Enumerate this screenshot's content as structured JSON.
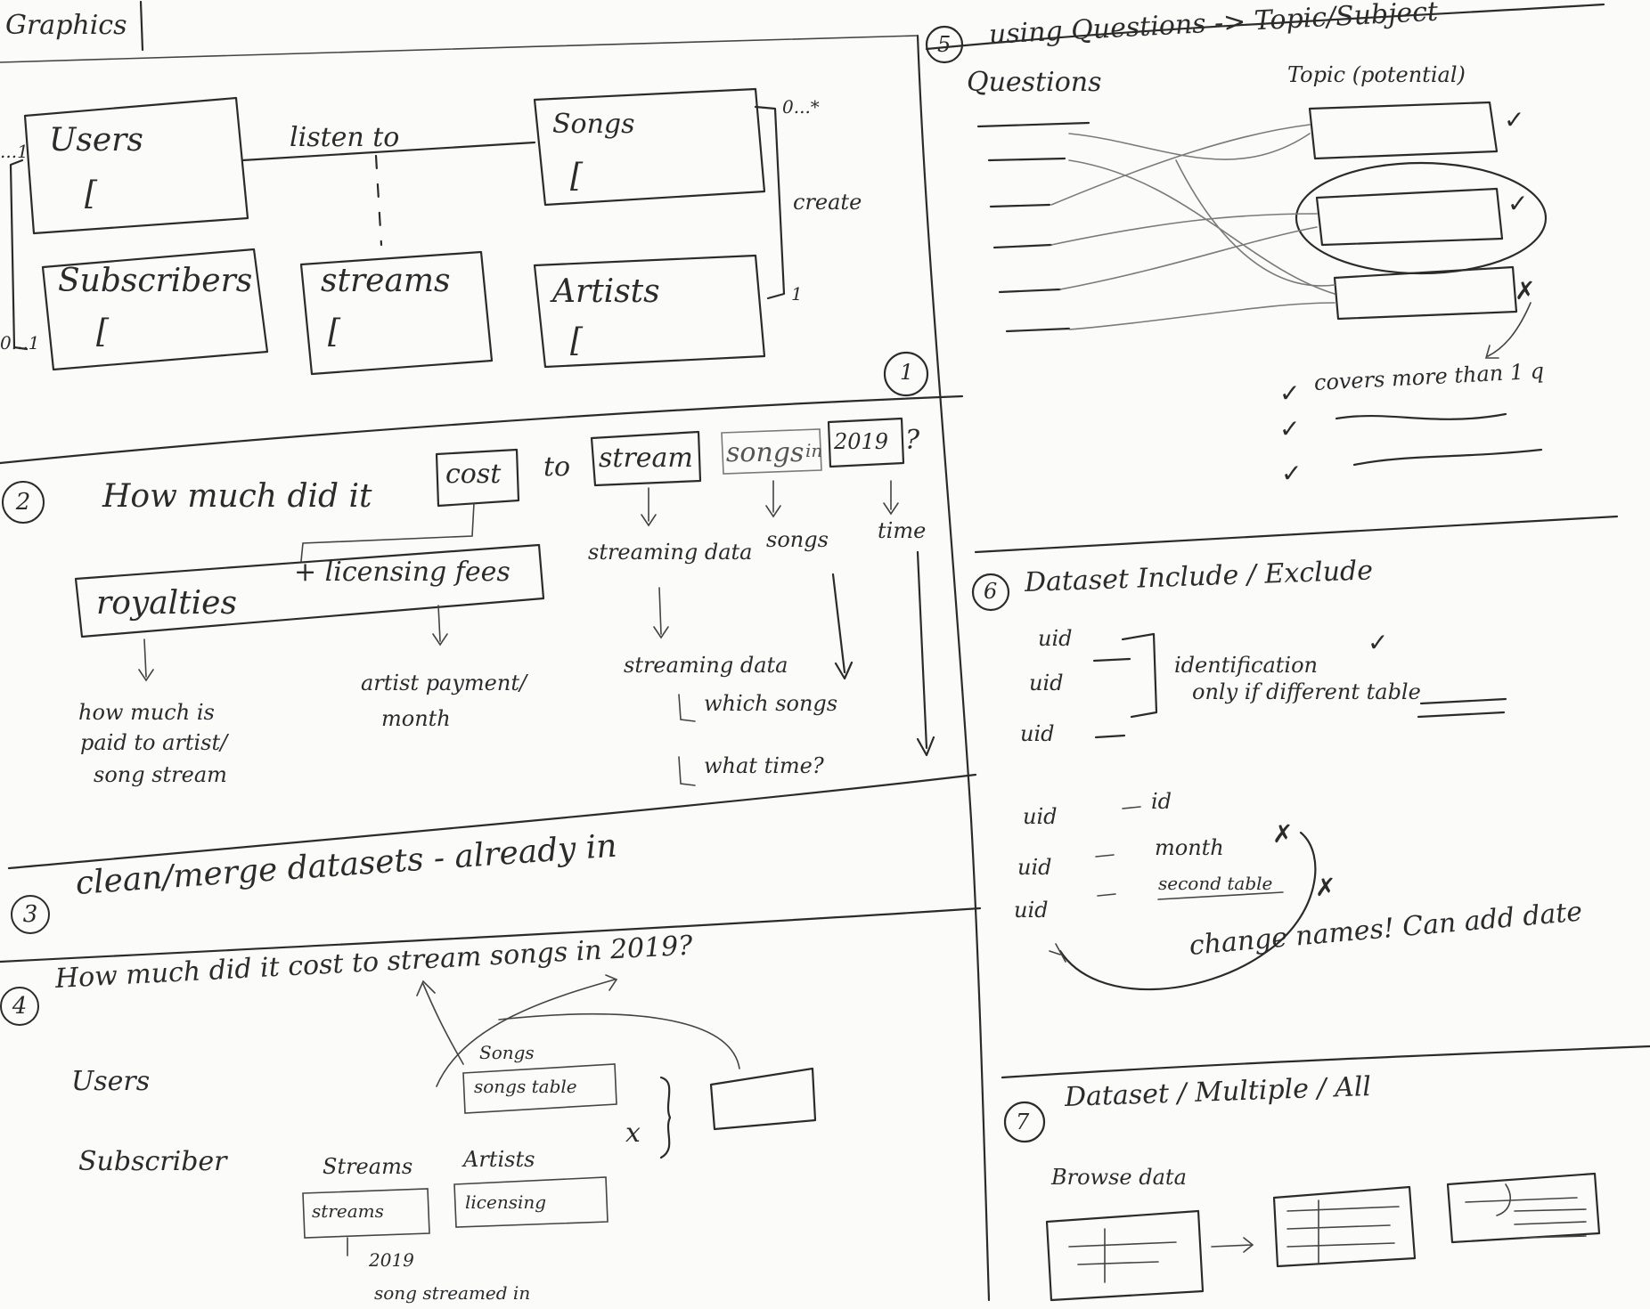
{
  "sections": {
    "graphics": {
      "label": "Graphics",
      "number": "1"
    },
    "erd": {
      "users": "Users",
      "songs": "Songs",
      "subscribers": "Subscribers",
      "streams": "streams",
      "artists": "Artists",
      "listen_to": "listen to",
      "create": "create",
      "card_top_right": "0...*",
      "card_bottom_right": "1",
      "card_left_top": "...1",
      "card_left_bottom": "0...1",
      "bracket": "["
    },
    "question": {
      "number": "2",
      "prefix": "How much did it",
      "cost": "cost",
      "to": "to",
      "stream": "stream",
      "songs": "songs",
      "in": "in",
      "year": "2019",
      "qmark": "?",
      "royalties": "royalties",
      "licensing": "+ licensing fees",
      "streaming_data": "streaming data",
      "songs_label": "songs",
      "time": "time",
      "royalties_note": [
        "how much is",
        "paid to artist/",
        "song stream"
      ],
      "licensing_note": [
        "artist payment/",
        "month"
      ],
      "streaming_note": [
        "streaming data",
        "which songs",
        "what time?"
      ]
    },
    "clean": {
      "number": "3",
      "text": "clean/merge datasets - already in"
    },
    "question2": {
      "number": "4",
      "text": "How much did it cost to stream songs in 2019?",
      "users": "Users",
      "subscriber": "Subscriber",
      "songs": "Songs",
      "songs_item": "songs table",
      "streams": "Streams",
      "streams_item": "streams",
      "year": "2019",
      "song_streamed": "song streamed in",
      "artists": "Artists",
      "artists_item": "licensing",
      "x_mark": "x"
    },
    "questions_topic": {
      "number": "5",
      "header": "using Questions -> Topic/Subject",
      "questions": "Questions",
      "topic": "Topic (potential)",
      "covers": "covers more than 1 q"
    },
    "dataset_include": {
      "number": "6",
      "header": "Dataset Include / Exclude",
      "uid": "uid",
      "identification": "identification",
      "only_if": "only if different table",
      "id": "id",
      "month": "month",
      "second": "second table",
      "change_names": "change names! Can add date"
    },
    "dataset_multiple": {
      "number": "7",
      "header": "Dataset / Multiple / All",
      "browse": "Browse data"
    }
  }
}
